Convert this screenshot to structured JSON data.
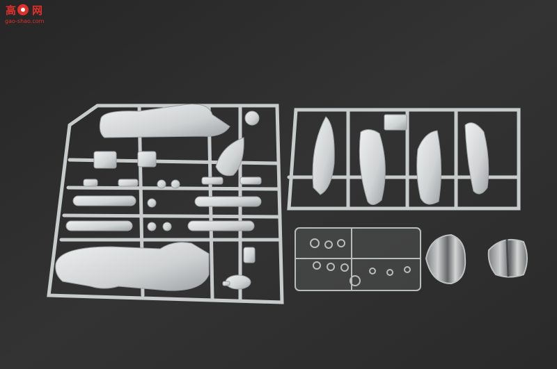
{
  "watermark": {
    "text_left": "高",
    "text_right": "网",
    "url": "gao-shao.com"
  },
  "scene": {
    "background": "#2e2e2e",
    "plastic_color": "#d6d8d8",
    "clear_color": "#c9cccd"
  }
}
